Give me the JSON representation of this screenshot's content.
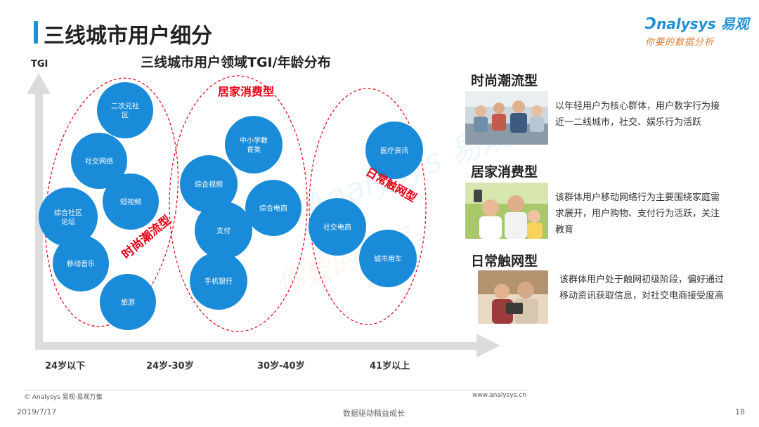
{
  "header": {
    "title": "三线城市用户细分",
    "brand_name": "nalysys 易观",
    "brand_slogan": "你要的数据分析",
    "accent_color": "#1f8fd6"
  },
  "diagram": {
    "title": "三线城市用户领域TGI/年龄分布",
    "y_axis_label": "TGI",
    "x_axis_ticks": [
      "24岁以下",
      "24岁-30岁",
      "30岁-40岁",
      "41岁以上"
    ],
    "bubble_color": "#1a8bd8",
    "group_color": "#e60012",
    "groups": [
      {
        "label": "时尚潮流型"
      },
      {
        "label": "居家消费型"
      },
      {
        "label": "日常触网型"
      }
    ],
    "bubbles": [
      {
        "lines": [
          "二次元社",
          "区"
        ]
      },
      {
        "lines": [
          "社交网络"
        ]
      },
      {
        "lines": [
          "短视频"
        ]
      },
      {
        "lines": [
          "综合社区",
          "论坛"
        ]
      },
      {
        "lines": [
          "移动音乐"
        ]
      },
      {
        "lines": [
          "旅游"
        ]
      },
      {
        "lines": [
          "中小学教",
          "育类"
        ]
      },
      {
        "lines": [
          "综合视频"
        ]
      },
      {
        "lines": [
          "综合电商"
        ]
      },
      {
        "lines": [
          "支付"
        ]
      },
      {
        "lines": [
          "手机银行"
        ]
      },
      {
        "lines": [
          "医疗资讯"
        ]
      },
      {
        "lines": [
          "社交电商"
        ]
      },
      {
        "lines": [
          "城市用车"
        ]
      }
    ]
  },
  "segments": [
    {
      "heading": "时尚潮流型",
      "description": "以年轻用户为核心群体，用户数字行为接近一二线城市，社交、娱乐行为活跃"
    },
    {
      "heading": "居家消费型",
      "description": "该群体用户移动网络行为主要围绕家庭需求展开，用户购物、支付行为活跃，关注教育"
    },
    {
      "heading": "日常触网型",
      "description": "该群体用户处于触网初级阶段，偏好通过移动资讯获取信息，对社交电商接受度高"
    }
  ],
  "footer": {
    "copyright": "© Analysys 易观·易观万像",
    "website": "www.analysys.cn",
    "date": "2019/7/17",
    "slogan": "数据驱动精益成长",
    "page_number": "18"
  }
}
